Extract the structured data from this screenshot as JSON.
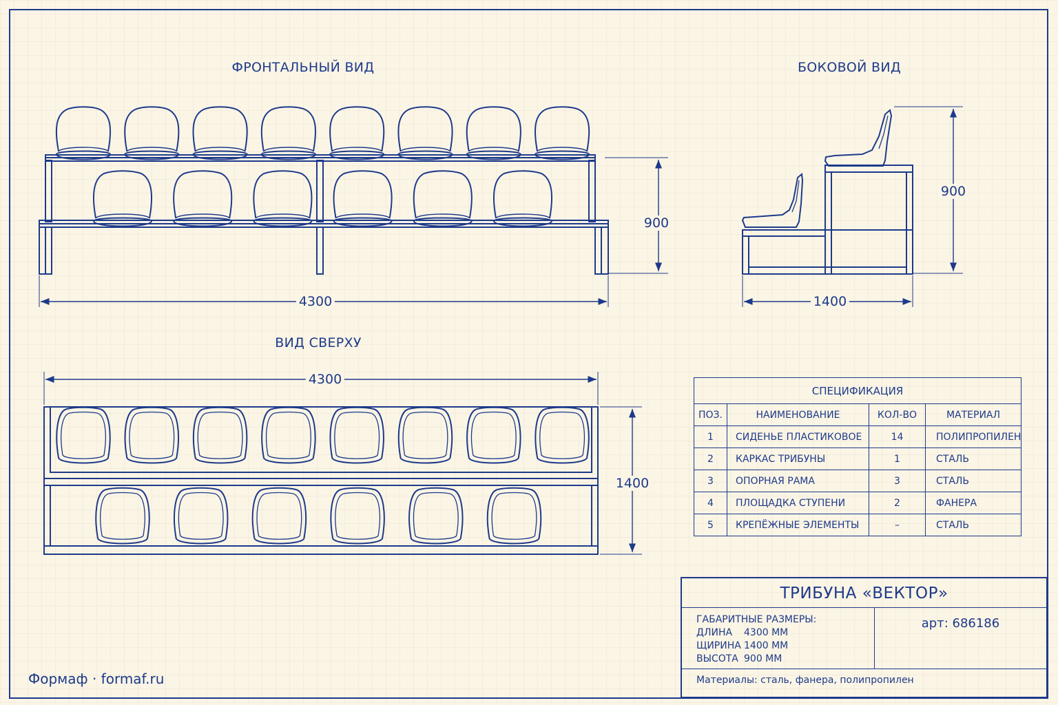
{
  "views": {
    "front": "ФРОНТАЛЬНЫЙ ВИД",
    "side": "БОКОВОЙ ВИД",
    "top": "ВИД СВЕРХУ"
  },
  "dimensions": {
    "front_length": "4300",
    "front_height": "900",
    "side_height": "900",
    "side_width": "1400",
    "top_length": "4300",
    "top_width": "1400"
  },
  "seats": {
    "upper_row": 8,
    "lower_row": 6
  },
  "spec": {
    "caption": "СПЕЦИФИКАЦИЯ",
    "headers": [
      "ПОЗ.",
      "НАИМЕНОВАНИЕ",
      "КОЛ-ВО",
      "МАТЕРИАЛ"
    ],
    "rows": [
      [
        "1",
        "СИДЕНЬЕ ПЛАСТИКОВОЕ",
        "14",
        "ПОЛИПРОПИЛЕН"
      ],
      [
        "2",
        "КАРКАС ТРИБУНЫ",
        "1",
        "СТАЛЬ"
      ],
      [
        "3",
        "ОПОРНАЯ РАМА",
        "3",
        "СТАЛЬ"
      ],
      [
        "4",
        "ПЛОЩАДКА СТУПЕНИ",
        "2",
        "ФАНЕРА"
      ],
      [
        "5",
        "КРЕПЁЖНЫЕ ЭЛЕМЕНТЫ",
        "–",
        "СТАЛЬ"
      ]
    ]
  },
  "title_block": {
    "title": "ТРИБУНА «ВЕКТОР»",
    "dims_label": "ГАБАРИТНЫЕ РАЗМЕРЫ:",
    "length_label": "ДЛИНА",
    "length_value": "4300 ММ",
    "width_label": "ЩИРИНА",
    "width_value": "1400 ММ",
    "height_label": "ВЫСОТА",
    "height_value": "900 ММ",
    "article": "арт: 686186",
    "materials": "Материалы: сталь, фанера, полипропилен"
  },
  "brand": "Формаф · formaf.ru",
  "colors": {
    "ink": "#1d3a8a",
    "paper": "#fbf5e6",
    "grid": "#e9e2d2"
  }
}
